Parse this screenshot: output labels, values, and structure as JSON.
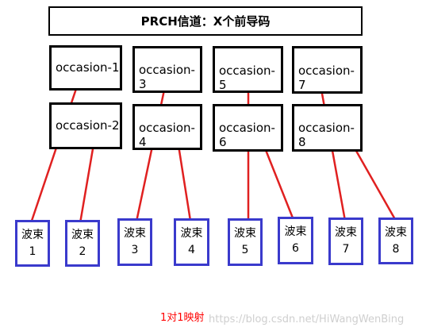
{
  "title": "PRCH信道：X个前导码",
  "occasions": [
    "occasion-1",
    "occasion-2",
    "occasion-3",
    "occasion-4",
    "occasion-5",
    "occasion-6",
    "occasion-7",
    "occasion-8"
  ],
  "beams": [
    {
      "label": "波束",
      "num": "1"
    },
    {
      "label": "波束",
      "num": "2"
    },
    {
      "label": "波束",
      "num": "3"
    },
    {
      "label": "波束",
      "num": "4"
    },
    {
      "label": "波束",
      "num": "5"
    },
    {
      "label": "波束",
      "num": "6"
    },
    {
      "label": "波束",
      "num": "7"
    },
    {
      "label": "波束",
      "num": "8"
    }
  ],
  "caption": "1对1映射",
  "watermark": "https://blog.csdn.net/HiWangWenBing",
  "colors": {
    "link": "#e02020",
    "beam_border": "#3a3acc",
    "caption": "#ff0000"
  }
}
